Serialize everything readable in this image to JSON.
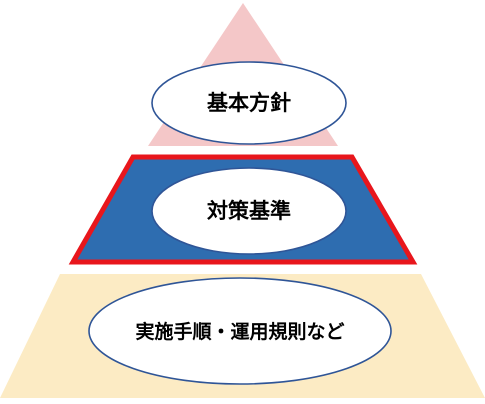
{
  "tiers": [
    {
      "label": "基本方針",
      "fill": "#F4C7C8",
      "border": "none"
    },
    {
      "label": "対策基準",
      "fill": "#2E6DB0",
      "border": "#E8161C"
    },
    {
      "label": "実施手順・運用規則など",
      "fill": "#FCEBC4",
      "border": "none"
    }
  ],
  "colors": {
    "ellipse_fill": "#FFFFFF",
    "ellipse_stroke": "#2F5597",
    "text": "#000000"
  }
}
